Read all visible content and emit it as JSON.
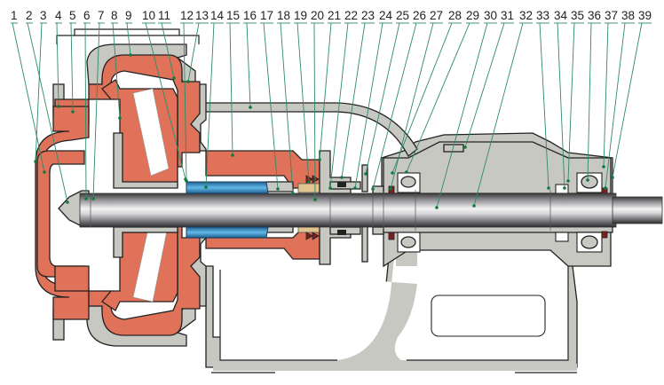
{
  "title": "Slurry pump sectional assembly",
  "colors": {
    "wet_parts": "#df7258",
    "casing": "#c8c8c2",
    "shaft_sleeve": "#3b8fc4",
    "packing": "#e2c48e",
    "leader_line": "#2e8b6a",
    "leader_dot": "#0f7a3c",
    "seal": "#7a1f1f"
  },
  "part_labels": [
    "1",
    "2",
    "3",
    "4",
    "5",
    "6",
    "7",
    "8",
    "9",
    "10",
    "11",
    "12",
    "13",
    "14",
    "15",
    "16",
    "17",
    "18",
    "19",
    "20",
    "21",
    "22",
    "23",
    "24",
    "25",
    "26",
    "27",
    "28",
    "29",
    "30",
    "31",
    "32",
    "33",
    "34",
    "35",
    "36",
    "37",
    "38",
    "39"
  ],
  "components": {
    "shaft": "shaft-assembly",
    "bearing_housing": "bearing-housing",
    "frame": "pedestal-frame",
    "impeller": "impeller",
    "volute_liner": "volute-liner",
    "shaft_sleeve": "shaft-sleeve",
    "stuffing_box": "stuffing-box"
  }
}
